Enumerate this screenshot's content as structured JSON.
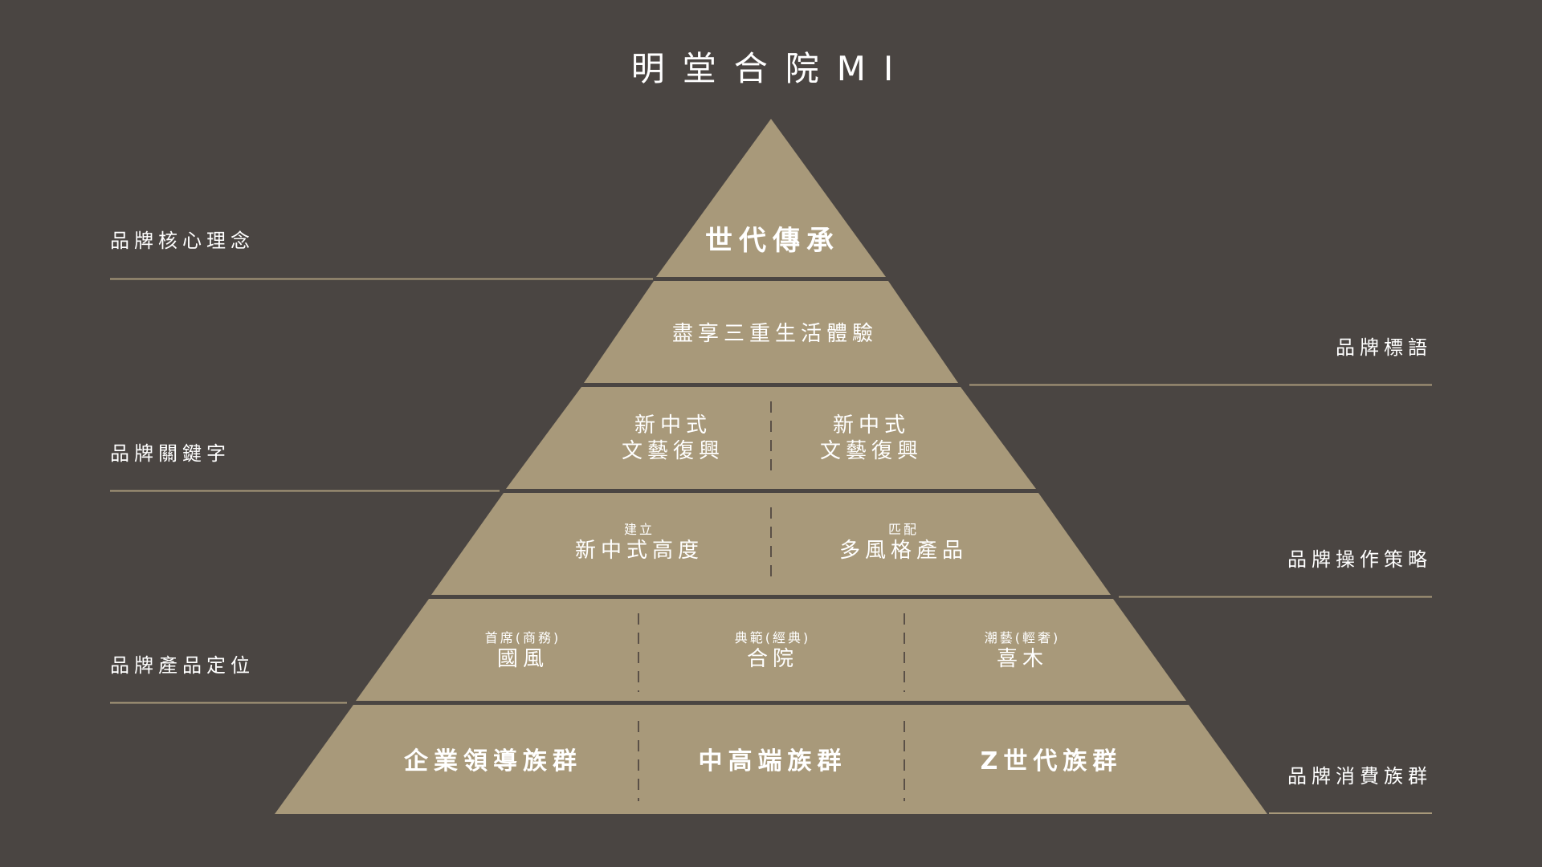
{
  "title": "明堂合院MI",
  "colors": {
    "background": "#4a4542",
    "pyramid_fill": "#a8997a",
    "gap": "#4a4542",
    "divider": "#5a5047",
    "guide_line": "#a8997a",
    "text": "#ffffff"
  },
  "side_labels": {
    "core_concept": "品牌核心理念",
    "slogan": "品牌標語",
    "keywords": "品牌關鍵字",
    "strategy": "品牌操作策略",
    "positioning": "品牌產品定位",
    "consumers": "品牌消費族群"
  },
  "tiers": {
    "tier1": {
      "text": "世代傳承"
    },
    "tier2": {
      "text": "盡享三重生活體驗"
    },
    "tier3": {
      "left": {
        "line1": "新中式",
        "line2": "文藝復興"
      },
      "right": {
        "line1": "新中式",
        "line2": "文藝復興"
      }
    },
    "tier4": {
      "left": {
        "small": "建立",
        "main": "新中式高度"
      },
      "right": {
        "small": "匹配",
        "main": "多風格產品"
      }
    },
    "tier5": {
      "left": {
        "small": "首席(商務)",
        "main": "國風"
      },
      "middle": {
        "small": "典範(經典)",
        "main": "合院"
      },
      "right": {
        "small": "潮藝(輕奢)",
        "main": "喜木"
      }
    },
    "tier6": {
      "left": "企業領導族群",
      "middle": "中高端族群",
      "right": "Z世代族群"
    }
  }
}
